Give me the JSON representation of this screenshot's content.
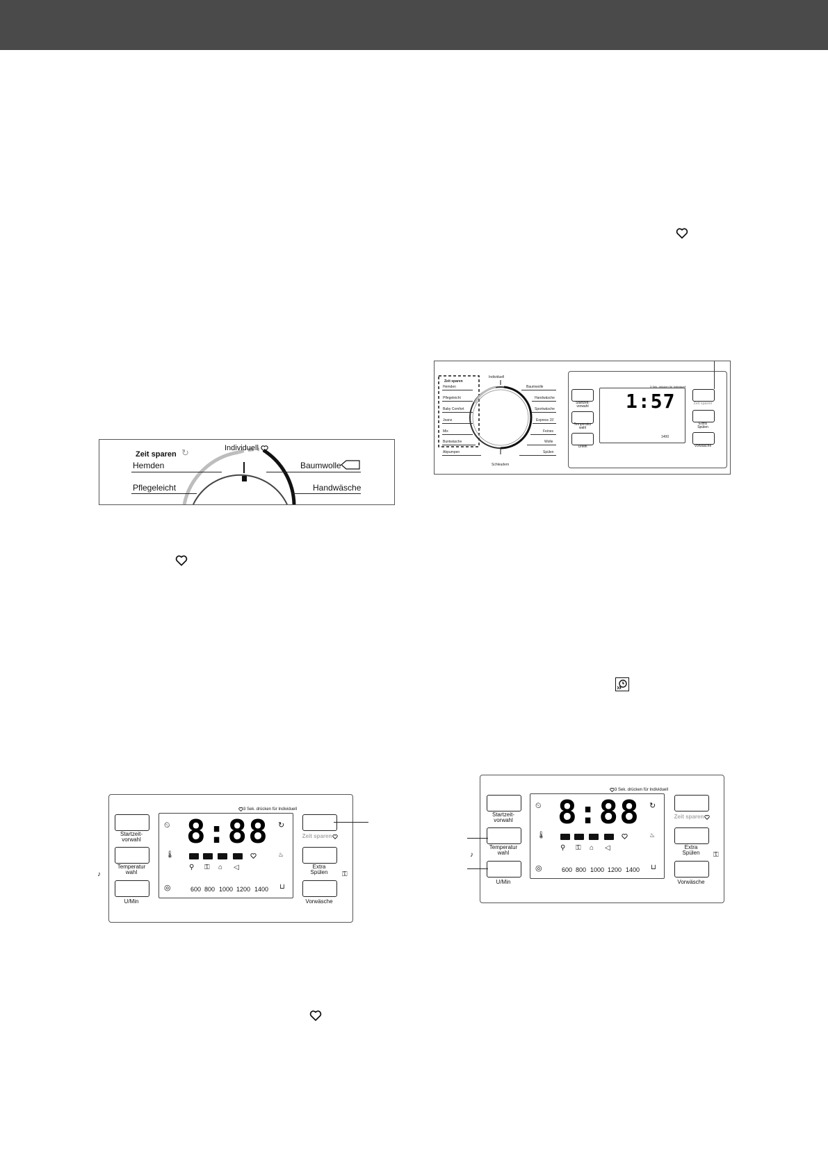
{
  "colors": {
    "header_bar": "#4a4a4a",
    "muted_label": "#aaaaaa"
  },
  "icons": [
    "heart-icon",
    "time-save-icon"
  ],
  "selector_strip": {
    "zeit_sparen": "Zeit sparen",
    "individuell": "Individuell",
    "hemden": "Hemden",
    "baumwolle": "Baumwolle",
    "pflegeleicht": "Pflegeleicht",
    "handwaesche": "Handwäsche"
  },
  "dial_panel": {
    "left_programs": [
      "Zeit sparen",
      "Hemden",
      "Pflegeleicht",
      "Baby Comfort",
      "Jeans",
      "Mix",
      "Buntwäsche",
      "Abpumpen"
    ],
    "top": "Individuell",
    "bottom": "Schleudern",
    "right_programs": [
      "Baumwolle",
      "Handwäsche",
      "Sportwäsche",
      "Express 15'",
      "Feines",
      "Wolle",
      "Spülen"
    ],
    "hint": "3 Sek. drücken für Individuell",
    "time": "1:57",
    "speed": "1400",
    "btn_startzeit": "Startzeit-\nvorwahl",
    "btn_temperatur": "Temperatur\nwahl",
    "btn_umin": "U/Min",
    "btn_zeit_sparen": "Zeit sparen",
    "btn_extra": "Extra\nSpülen",
    "btn_vorwaesche": "Vorwäsche"
  },
  "panel_a": {
    "hint": "3 Sek. drücken für Individuell",
    "digits": "8:88",
    "startzeit": "Startzeit-\nvorwahl",
    "temperatur": "Temperatur\nwahl",
    "umin": "U/Min",
    "zeit_sparen": "Zeit sparen",
    "extra": "Extra\nSpülen",
    "vorwaesche": "Vorwäsche",
    "speeds": [
      "600",
      "800",
      "1000",
      "1200",
      "1400"
    ]
  },
  "panel_b": {
    "hint": "3 Sek. drücken für Individuell",
    "digits": "8:88",
    "startzeit": "Startzeit-\nvorwahl",
    "temperatur": "Temperatur\nwahl",
    "umin": "U/Min",
    "zeit_sparen": "Zeit sparen",
    "extra": "Extra\nSpülen",
    "vorwaesche": "Vorwäsche",
    "speeds": [
      "600",
      "800",
      "1000",
      "1200",
      "1400"
    ]
  }
}
